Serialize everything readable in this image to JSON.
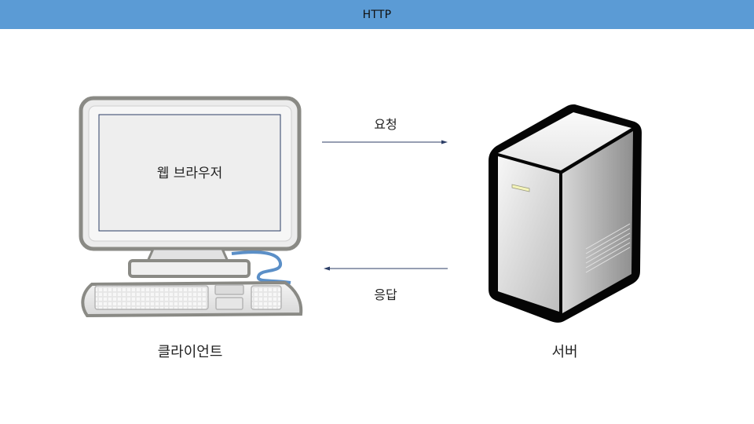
{
  "header": {
    "title": "HTTP",
    "background_color": "#5b9bd5"
  },
  "client": {
    "label": "클라이언트",
    "screen_label": "웹 브라우저",
    "icon": "desktop-computer-icon"
  },
  "server": {
    "label": "서버",
    "icon": "server-tower-icon"
  },
  "edges": {
    "request_label": "요청",
    "response_label": "응답"
  }
}
